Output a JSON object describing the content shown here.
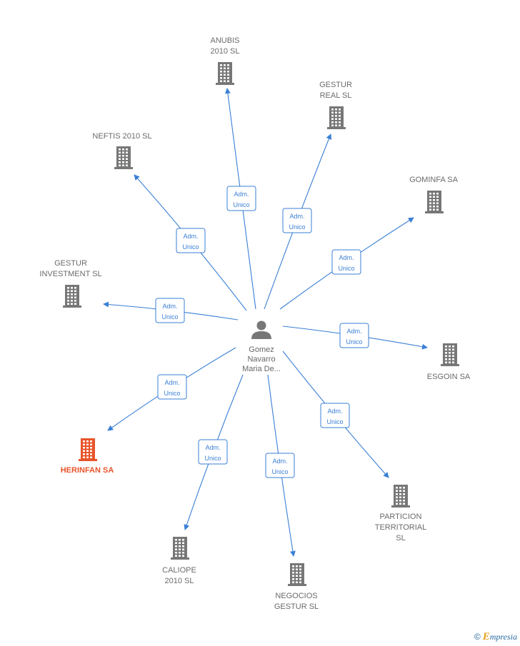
{
  "diagram": {
    "center": {
      "lines": [
        "Gomez",
        "Navarro",
        "Maria De..."
      ],
      "icon": "person-icon"
    },
    "edge_label": [
      "Adm.",
      "Unico"
    ],
    "companies": [
      {
        "id": "anubis",
        "lines": [
          "ANUBIS",
          "2010 SL"
        ],
        "icon": "building-icon",
        "highlight": false
      },
      {
        "id": "gestur-real",
        "lines": [
          "GESTUR",
          "REAL SL"
        ],
        "icon": "building-icon",
        "highlight": false
      },
      {
        "id": "neftis",
        "lines": [
          "NEFTIS 2010 SL"
        ],
        "icon": "building-icon",
        "highlight": false
      },
      {
        "id": "gominfa",
        "lines": [
          "GOMINFA SA"
        ],
        "icon": "building-icon",
        "highlight": false
      },
      {
        "id": "gestur-investment",
        "lines": [
          "GESTUR",
          "INVESTMENT SL"
        ],
        "icon": "building-icon",
        "highlight": false
      },
      {
        "id": "esgoin",
        "lines": [
          "ESGOIN SA"
        ],
        "icon": "building-icon",
        "highlight": false
      },
      {
        "id": "herinfan",
        "lines": [
          "HERINFAN SA"
        ],
        "icon": "building-icon",
        "highlight": true
      },
      {
        "id": "particion",
        "lines": [
          "PARTICION",
          "TERRITORIAL",
          "SL"
        ],
        "icon": "building-icon",
        "highlight": false
      },
      {
        "id": "caliope",
        "lines": [
          "CALIOPE",
          "2010 SL"
        ],
        "icon": "building-icon",
        "highlight": false
      },
      {
        "id": "negocios",
        "lines": [
          "NEGOCIOS",
          "GESTUR SL"
        ],
        "icon": "building-icon",
        "highlight": false
      }
    ]
  },
  "colors": {
    "edge": "#3a7fd5",
    "node": "#777777",
    "highlight": "#e8542a",
    "text": "#6b6b6b"
  },
  "footer": {
    "copyright": "©",
    "brand_initial": "E",
    "brand_rest": "mpresia"
  }
}
